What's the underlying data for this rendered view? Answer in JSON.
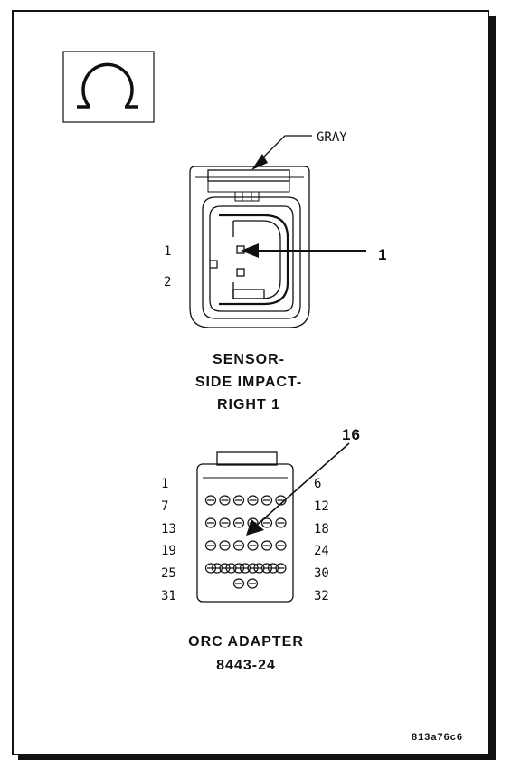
{
  "icon": "ohm-symbol-icon",
  "sensor_connector": {
    "wire_color_label": "GRAY",
    "pin_labels": [
      "1",
      "2"
    ],
    "callout": "1",
    "title_lines": [
      "SENSOR-",
      "SIDE IMPACT-",
      "RIGHT 1"
    ]
  },
  "orc_adapter": {
    "callout": "16",
    "row_labels_left": [
      "1",
      "7",
      "13",
      "19",
      "25",
      "31"
    ],
    "row_labels_right": [
      "6",
      "12",
      "18",
      "24",
      "30",
      "32"
    ],
    "title_lines": [
      "ORC ADAPTER",
      "8443-24"
    ]
  },
  "figure_id": "813a76c6"
}
